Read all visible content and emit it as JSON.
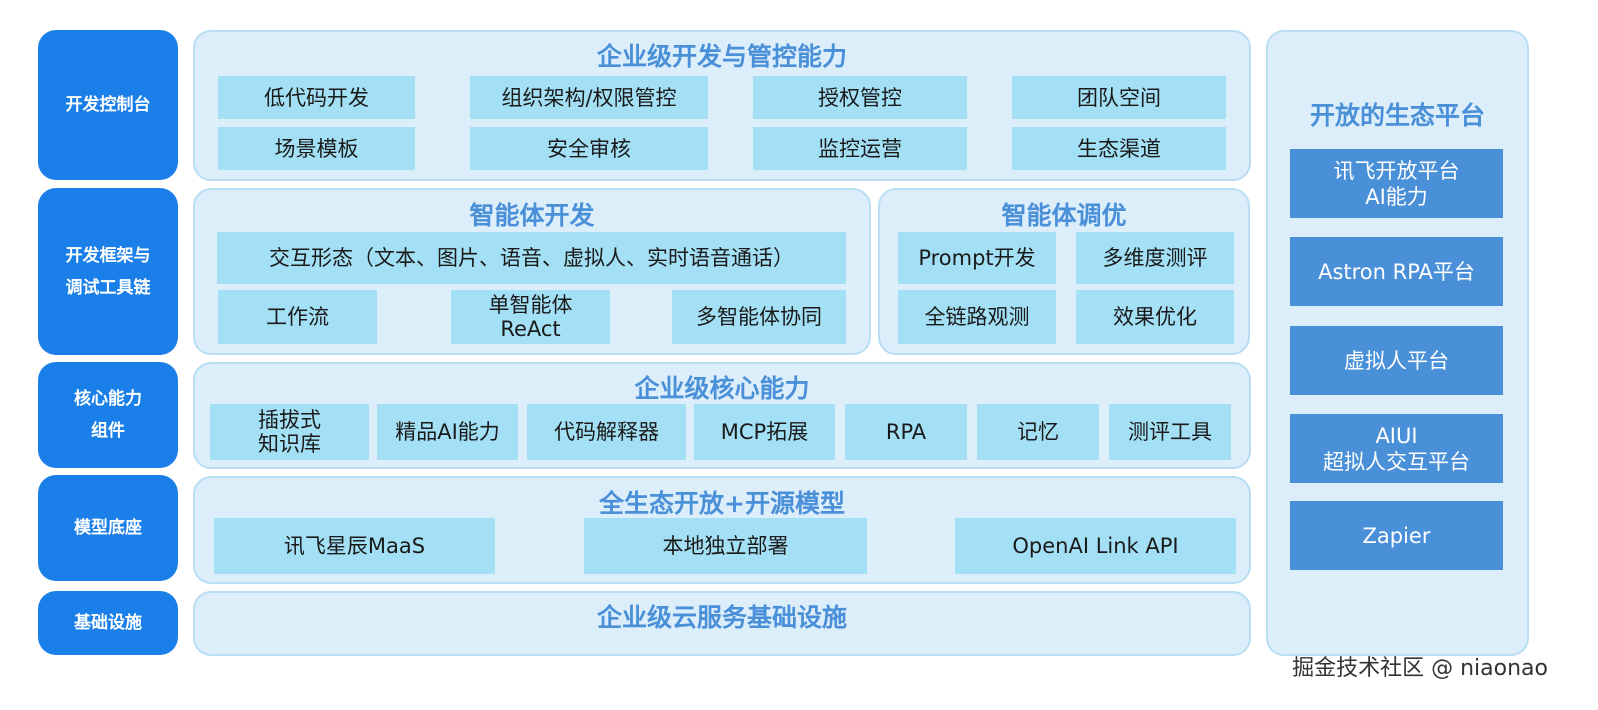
{
  "layers": [
    {
      "label": "开发控制台"
    },
    {
      "label": "开发框架与\n调试工具链"
    },
    {
      "label": "核心能力\n组件"
    },
    {
      "label": "模型底座"
    },
    {
      "label": "基础设施"
    }
  ],
  "governance": {
    "title": "企业级开发与管控能力",
    "items": [
      "低代码开发",
      "组织架构/权限管控",
      "授权管控",
      "团队空间",
      "场景模板",
      "安全审核",
      "监控运营",
      "生态渠道"
    ]
  },
  "agent_dev": {
    "title": "智能体开发",
    "items": [
      "交互形态（文本、图片、语音、虚拟人、实时语音通话）",
      "工作流",
      "单智能体\nReAct",
      "多智能体协同"
    ]
  },
  "agent_tuning": {
    "title": "智能体调优",
    "items": [
      "Prompt开发",
      "多维度测评",
      "全链路观测",
      "效果优化"
    ]
  },
  "core": {
    "title": "企业级核心能力",
    "items": [
      "插拔式\n知识库",
      "精品AI能力",
      "代码解释器",
      "MCP拓展",
      "RPA",
      "记忆",
      "测评工具"
    ]
  },
  "models": {
    "title": "全生态开放+开源模型",
    "items": [
      "讯飞星辰MaaS",
      "本地独立部署",
      "OpenAI Link API"
    ]
  },
  "infra": {
    "title": "企业级云服务基础设施"
  },
  "ecosystem": {
    "title": "开放的生态平台",
    "items": [
      "讯飞开放平台\nAI能力",
      "Astron RPA平台",
      "虚拟人平台",
      "AIUI\n超拟人交互平台",
      "Zapier"
    ]
  },
  "watermark": "掘金技术社区 @ niaonao",
  "colors": {
    "layer_bg": "#1a7fe8",
    "panel_bg": "#ddeefb",
    "cell_bg": "#a3e0f5",
    "title_color": "#4a90d9",
    "eco_bg": "#4a90d9"
  }
}
